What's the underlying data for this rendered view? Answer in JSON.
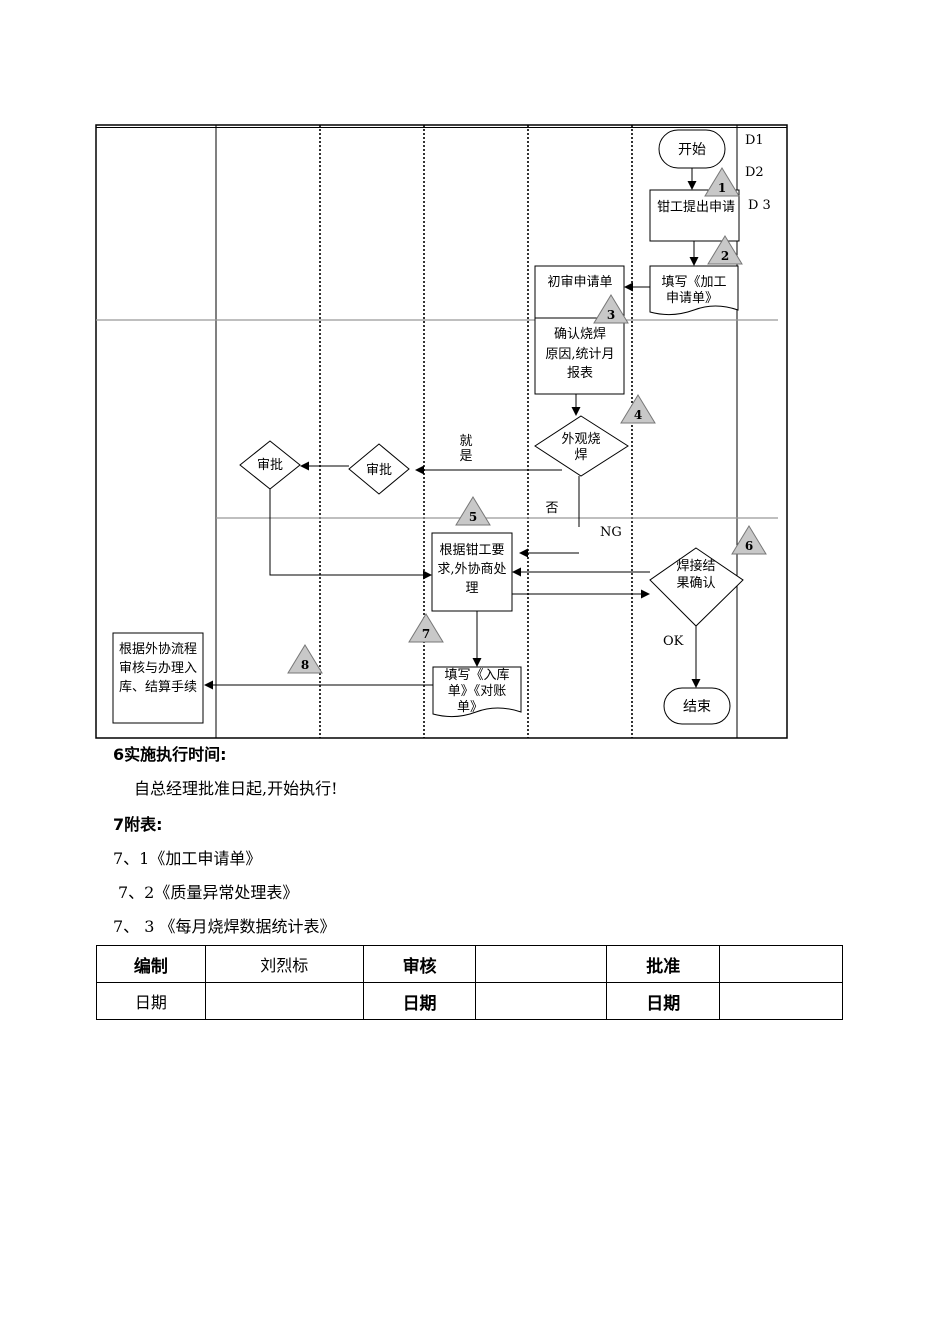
{
  "flowchart": {
    "start": "开始",
    "end": "结束",
    "d_labels": [
      "D1",
      "D2",
      "D 3"
    ],
    "box_request": "钳工提出申请",
    "doc_apply": [
      "填写《加工",
      "申请单》"
    ],
    "box_first_review": "初审申请单",
    "box_confirm": [
      "确认烧焊",
      "原因,统计月",
      "报表"
    ],
    "diamond_appearance": [
      "外观烧",
      "焊"
    ],
    "label_yes": [
      "就",
      "是"
    ],
    "label_no": "否",
    "label_ng": "NG",
    "label_ok": "OK",
    "approve_1": "审批",
    "approve_2": "审批",
    "box_process": [
      "根据钳工要",
      "求,外协商处",
      "理"
    ],
    "diamond_result": [
      "焊接结",
      "果确认"
    ],
    "doc_inbound": [
      "填写《入库",
      "单》《对账",
      "单》"
    ],
    "box_outsource": [
      "根据外协流程",
      "审核与办理入",
      "库、结算手续"
    ],
    "step_markers": [
      "1",
      "2",
      "3",
      "4",
      "5",
      "6",
      "7",
      "8"
    ]
  },
  "section6": {
    "heading": "6实施执行时间:",
    "body": "自总经理批准日起,开始执行!"
  },
  "section7": {
    "heading": "7附表:",
    "items": [
      "7、1《加工申请单》",
      "7、2《质量异常处理表》",
      "7、 3 《每月烧焊数据统计表》"
    ]
  },
  "signoff": {
    "row1": [
      "编制",
      "刘烈标",
      "审核",
      "",
      "批准",
      ""
    ],
    "row2": [
      "日期",
      "",
      "日期",
      "",
      "日期",
      ""
    ]
  }
}
